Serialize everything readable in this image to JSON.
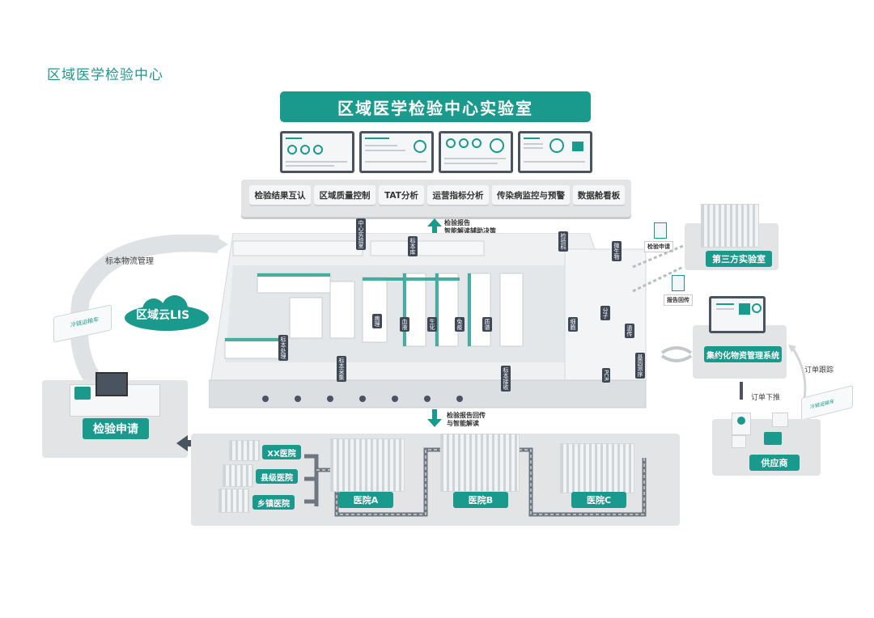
{
  "page_title": "区域医学检验中心",
  "banner": "区域医学检验中心实验室",
  "functions": [
    "检验结果互认",
    "区域质量控制",
    "TAT分析",
    "运营指标分析",
    "传染病监控与预警",
    "数据舱看板"
  ],
  "notes": {
    "up_arrow": [
      "检验报告",
      "智能解读辅助决策"
    ],
    "down_arrow": [
      "检验报告回传",
      "与智能解读"
    ],
    "logistics": "标本物流管理",
    "cloud": "区域云LIS",
    "cold_truck": "冷链运输车",
    "apply": "检验申请",
    "third_lab": "第三方实验室",
    "apply_tag": "检验申请",
    "report_tag": "报告回传",
    "supply_sys": "集约化物资管理系统",
    "order_track": "订单跟踪",
    "order_push": "订单下推",
    "supplier": "供应商",
    "truck2": "冷链运输车"
  },
  "lab_tags": [
    "中心实验室",
    "微生物",
    "标本库",
    "病理",
    "血液",
    "生化",
    "免疫",
    "质谱",
    "标本处理",
    "标本采集",
    "标本接收",
    "分子",
    "细胞",
    "基因测序",
    "PCR",
    "检验科",
    "遗传"
  ],
  "hospitals": {
    "levels": [
      "XX医院",
      "县级医院",
      "乡镇医院"
    ],
    "names": [
      "医院A",
      "医院B",
      "医院C"
    ]
  },
  "colors": {
    "accent": "#1a9a8c",
    "dark": "#3e4754",
    "gray": "#e2e4e6"
  }
}
